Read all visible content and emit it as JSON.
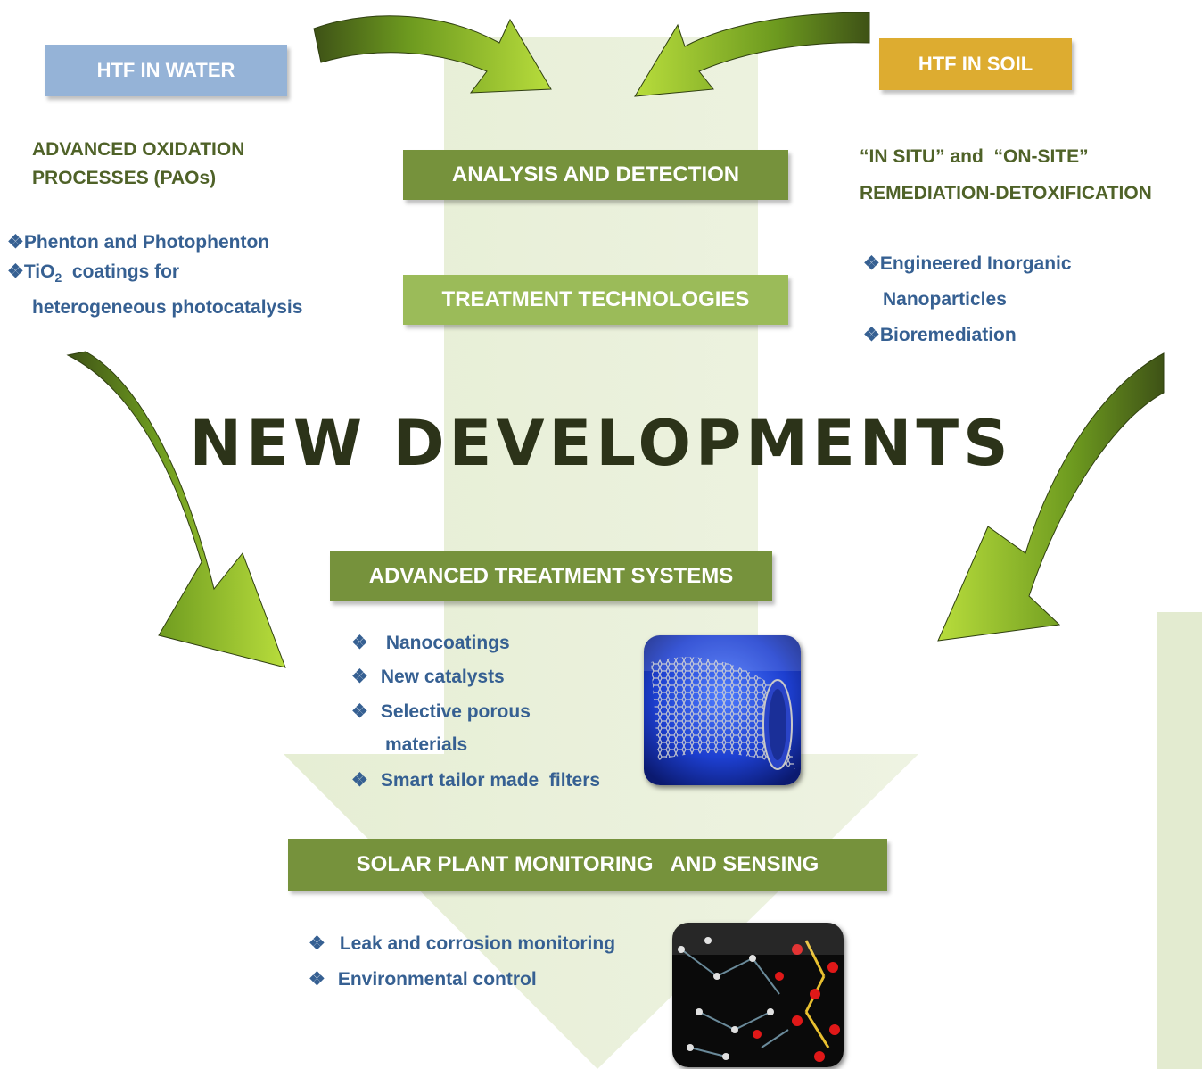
{
  "labels": {
    "htf_water": "HTF IN WATER",
    "htf_soil": "HTF IN SOIL",
    "analysis": "ANALYSIS AND DETECTION",
    "treatment": "TREATMENT TECHNOLOGIES",
    "advanced_systems": "ADVANCED TREATMENT SYSTEMS",
    "solar_monitoring": "SOLAR PLANT MONITORING   AND SENSING",
    "title": "NEW DEVELOPMENTS"
  },
  "water": {
    "heading_line1": "ADVANCED OXIDATION",
    "heading_line2": "PROCESSES (PAOs)",
    "item1": "Phenton and Photophenton",
    "item2_pre": "TiO",
    "item2_sub": "2",
    "item2_post": "  coatings for",
    "item2_line2": "heterogeneous photocatalysis"
  },
  "soil": {
    "heading_line1": "“IN SITU” and  “ON-SITE”",
    "heading_line2": "REMEDIATION-DETOXIFICATION",
    "item1_line1": "Engineered Inorganic",
    "item1_line2": "Nanoparticles",
    "item2": "Bioremediation"
  },
  "advanced_items": {
    "i1": "Nanocoatings",
    "i2": "New catalysts",
    "i3_line1": "Selective porous",
    "i3_line2": "materials",
    "i4": "Smart tailor made  filters"
  },
  "monitoring_items": {
    "i1": "Leak and corrosion monitoring",
    "i2": "Environmental control"
  },
  "bullet_symbol": "❖",
  "colors": {
    "water_tag": "#95b3d7",
    "soil_tag": "#ddac30",
    "box_dark_green": "#76923c",
    "box_light_green": "#9bbb59",
    "olive_text": "#4f6228",
    "blue_text": "#366092",
    "arrow_background": "#ebf1de"
  }
}
